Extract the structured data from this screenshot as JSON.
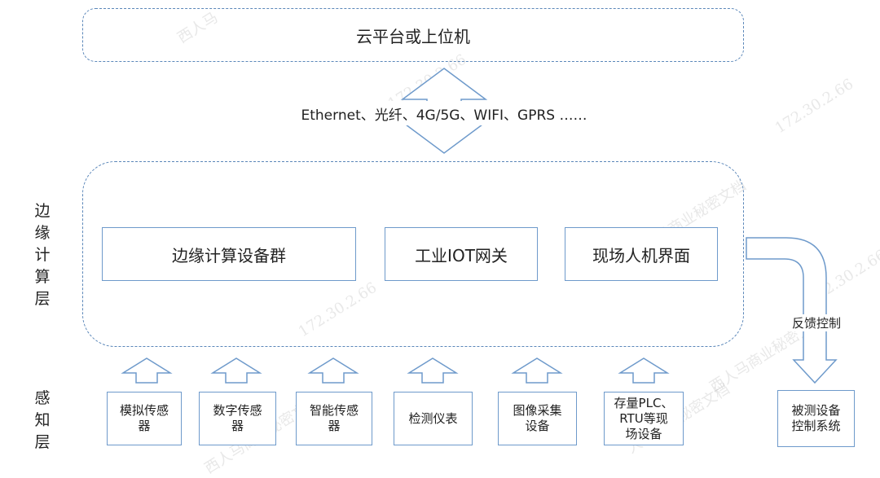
{
  "top": {
    "cloud_label": "云平台或上位机"
  },
  "link": {
    "protocols": "Ethernet、光纤、4G/5G、WIFI、GPRS ……"
  },
  "edge_layer": {
    "side_label": [
      "边",
      "缘",
      "计",
      "算",
      "层"
    ],
    "modules": [
      {
        "label": "边缘计算设备群"
      },
      {
        "label": "工业IOT网关"
      },
      {
        "label": "现场人机界面"
      }
    ]
  },
  "perception_layer": {
    "side_label": [
      "感",
      "知",
      "层"
    ],
    "devices": [
      {
        "lines": [
          "模拟传感",
          "器"
        ]
      },
      {
        "lines": [
          "数字传感",
          "器"
        ]
      },
      {
        "lines": [
          "智能传感",
          "器"
        ]
      },
      {
        "lines": [
          "检测仪表"
        ]
      },
      {
        "lines": [
          "图像采集",
          "设备"
        ]
      },
      {
        "lines": [
          "存量PLC、",
          "RTU等现",
          "场设备"
        ]
      }
    ]
  },
  "feedback": {
    "label": "反馈控制",
    "target_lines": [
      "被测设备",
      "控制系统"
    ]
  },
  "colors": {
    "border": "#6e9acb",
    "arrow_stroke": "#6e9acb",
    "arrow_fill": "#ffffff"
  },
  "watermarks": [
    "西人马",
    "172.30.2.66",
    "人马商业秘密文档",
    "172.30.2.66",
    "西人马商业秘密文档",
    "172.30.2.66",
    "人马商业秘密文档",
    "西人马商业秘密文档",
    "172.30.2.66"
  ]
}
